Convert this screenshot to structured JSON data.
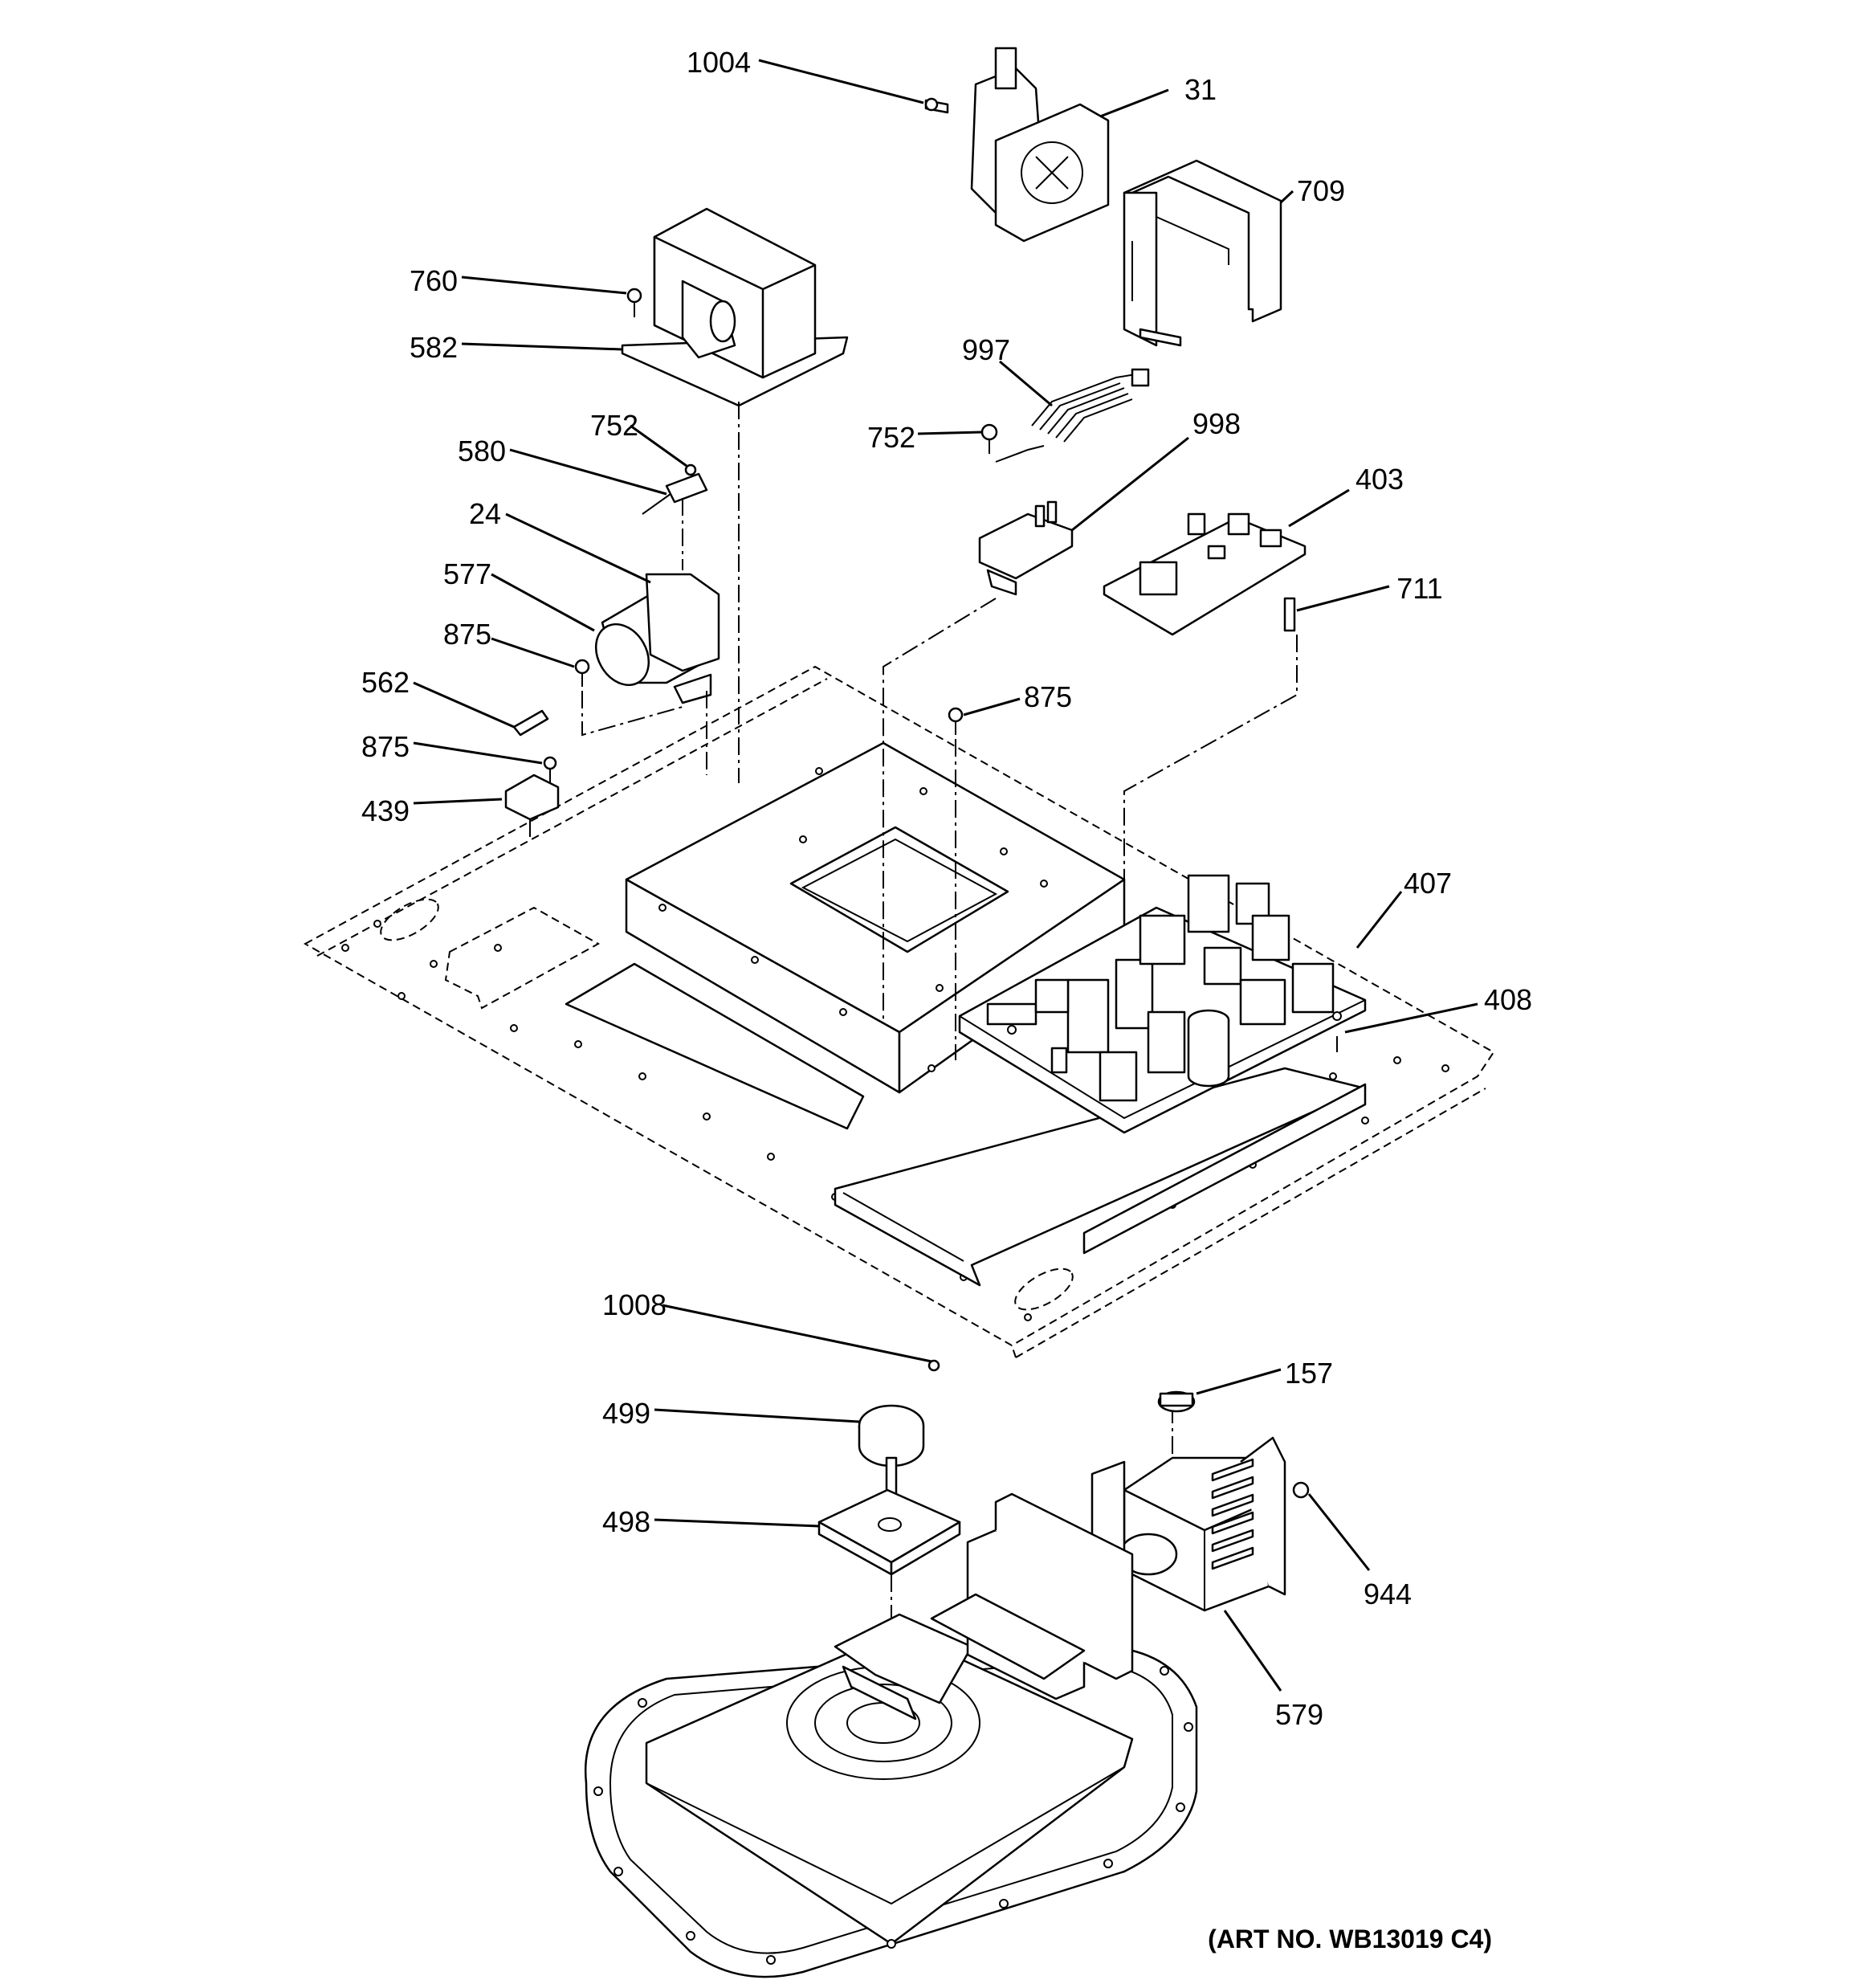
{
  "diagram": {
    "callouts": [
      {
        "id": "1004",
        "label": "1004"
      },
      {
        "id": "31",
        "label": "31"
      },
      {
        "id": "709",
        "label": "709"
      },
      {
        "id": "760",
        "label": "760"
      },
      {
        "id": "582",
        "label": "582"
      },
      {
        "id": "997",
        "label": "997"
      },
      {
        "id": "752a",
        "label": "752"
      },
      {
        "id": "752b",
        "label": "752"
      },
      {
        "id": "998",
        "label": "998"
      },
      {
        "id": "580",
        "label": "580"
      },
      {
        "id": "403",
        "label": "403"
      },
      {
        "id": "24",
        "label": "24"
      },
      {
        "id": "711",
        "label": "711"
      },
      {
        "id": "577",
        "label": "577"
      },
      {
        "id": "875a",
        "label": "875"
      },
      {
        "id": "875b",
        "label": "875"
      },
      {
        "id": "875c",
        "label": "875"
      },
      {
        "id": "562",
        "label": "562"
      },
      {
        "id": "439",
        "label": "439"
      },
      {
        "id": "407",
        "label": "407"
      },
      {
        "id": "408",
        "label": "408"
      },
      {
        "id": "1008",
        "label": "1008"
      },
      {
        "id": "157",
        "label": "157"
      },
      {
        "id": "499",
        "label": "499"
      },
      {
        "id": "498",
        "label": "498"
      },
      {
        "id": "944",
        "label": "944"
      },
      {
        "id": "579",
        "label": "579"
      }
    ],
    "art_number": "(ART NO. WB13019 C4)"
  }
}
